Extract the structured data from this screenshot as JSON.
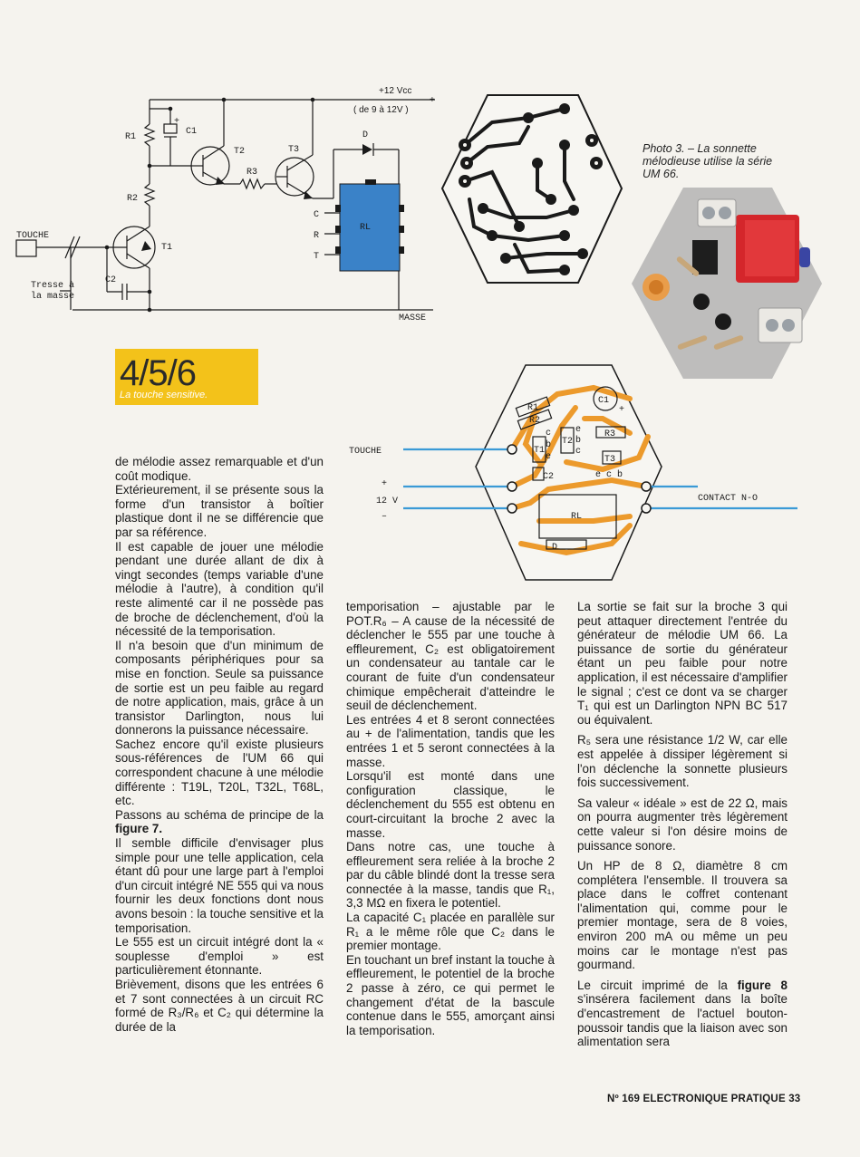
{
  "schematic": {
    "supply_label": "+12 Vcc",
    "supply_range": "( de 9 à 12V )",
    "plus": "+",
    "r1": "R1",
    "c1": "C1",
    "c1_plus": "+",
    "r2": "R2",
    "r3": "R3",
    "t1": "T1",
    "t2": "T2",
    "t3": "T3",
    "d": "D",
    "pins": [
      "C",
      "R",
      "T"
    ],
    "rl": "RL",
    "touche": "TOUCHE",
    "tresse1": "Tresse à",
    "tresse2": "la masse",
    "c2": "C2",
    "masse": "MASSE"
  },
  "photo": {
    "caption_1": "Photo 3. – La sonnette",
    "caption_2": "mélodieuse utilise la série",
    "caption_3": "UM 66."
  },
  "badge": {
    "number": "4/5/6",
    "subtitle": "La touche sensitive."
  },
  "layout_diagram": {
    "touche": "TOUCHE",
    "plus": "+",
    "v12": "12 V",
    "minus": "–",
    "contact": "CONTACT  N-O",
    "c1": "C1",
    "c1_plus": "+",
    "r1": "R1",
    "r2": "R2",
    "r3": "R3",
    "t1": "T1",
    "t2": "T2",
    "t3": "T3",
    "c2": "C2",
    "rl": "RL",
    "d": "D",
    "cbe": [
      "c",
      "b",
      "e"
    ],
    "ecb_h": [
      "e",
      "b",
      "c"
    ],
    "ecb": "e  c  b"
  },
  "column1": [
    "de mélodie assez remarquable et d'un coût modique.",
    "Extérieurement, il se présente sous la forme d'un transistor à boîtier plastique dont il ne se différencie que par sa référence.",
    "Il est capable de jouer une mélodie pendant une durée allant de dix à vingt secondes (temps variable d'une mélodie à l'autre), à condition qu'il reste alimenté car il ne possède pas de broche de déclenchement, d'où la nécessité de la temporisation.",
    "Il n'a besoin que d'un minimum de composants périphériques pour sa mise en fonction. Seule sa puissance de sortie est un peu faible au regard de notre application, mais, grâce à un transistor Darlington, nous lui donnerons la puissance nécessaire.",
    "Sachez encore qu'il existe plusieurs sous-références de l'UM 66 qui correspondent chacune à une mélodie différente : T19L, T20L, T32L, T68L, etc.",
    "Passons au schéma de principe de la",
    "figure 7.",
    "Il semble difficile d'envisager plus simple pour une telle application, cela étant dû pour une large part à l'emploi d'un circuit intégré NE 555 qui va nous fournir les deux fonctions dont nous avons besoin : la touche sensitive et la temporisation.",
    "Le 555 est un circuit intégré dont la « souplesse d'emploi » est particulièrement étonnante.",
    "Brièvement, disons que les entrées 6 et 7 sont connectées à un circuit RC formé de R₃/R₆ et C₂ qui détermine la durée de la"
  ],
  "column2": [
    "temporisation – ajustable par le POT.R₆ – A cause de la nécessité de déclencher le 555 par une touche à effleurement, C₂ est obligatoirement un condensateur au tantale car le courant de fuite d'un condensateur chimique empêcherait d'atteindre le seuil de déclenchement.",
    "Les entrées 4 et 8 seront connectées au + de l'alimentation, tandis que les entrées 1 et 5 seront connectées à la masse.",
    "Lorsqu'il est monté dans une configuration classique, le déclenchement du 555 est obtenu en court-circuitant la broche 2 avec la masse.",
    "Dans notre cas, une touche à effleurement sera reliée à la broche 2 par du câble blindé dont la tresse sera connectée à la masse, tandis que R₁, 3,3 MΩ en fixera le potentiel.",
    "La capacité C₁ placée en parallèle sur R₁ a le même rôle que C₂ dans le premier montage.",
    "En touchant un bref instant la touche à effleurement, le potentiel de la broche 2 passe à zéro, ce qui permet le changement d'état de la bascule contenue dans le 555, amorçant ainsi la temporisation."
  ],
  "column3": [
    "La sortie se fait sur la broche 3 qui peut attaquer directement l'entrée du générateur de mélodie UM 66. La puissance de sortie du générateur étant un peu faible pour notre application, il est nécessaire d'amplifier le signal ; c'est ce dont va se charger T₁ qui est un Darlington NPN BC 517 ou équivalent.",
    "R₅ sera une résistance 1/2 W, car elle est appelée à dissiper légèrement si l'on déclenche la sonnette plusieurs fois successivement.",
    "Sa valeur « idéale » est de 22 Ω, mais on pourra augmenter très légèrement cette valeur si l'on désire moins de puissance sonore.",
    "Un HP de 8 Ω, diamètre 8 cm complétera l'ensemble. Il trouvera sa place dans le coffret contenant l'alimentation qui, comme pour le premier montage, sera de 8 voies, environ 200 mA ou même un peu moins car le montage n'est pas gourmand.",
    "Le circuit imprimé de la",
    "figure 8",
    "s'insérera facilement dans la boîte d'encastrement de l'actuel bouton-poussoir tandis que la liaison avec son alimentation sera"
  ],
  "footer": "Nº 169 ELECTRONIQUE PRATIQUE 33"
}
